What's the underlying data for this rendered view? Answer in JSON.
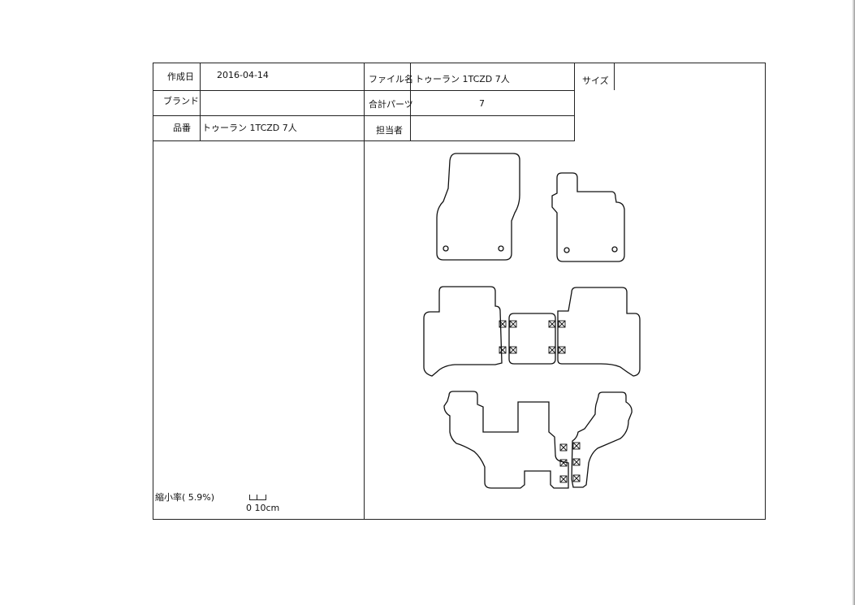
{
  "sheet": {
    "created_label": "作成日",
    "created_value": "2016-04-14",
    "file_label": "ファイル名",
    "file_value": "トゥーラン 1TCZD 7人",
    "size_label": "サイズ",
    "size_value": "",
    "brand_label": "ブランド",
    "brand_value": "",
    "parts_label": "合計パーツ",
    "parts_value": "7",
    "product_label": "品番",
    "product_value": "トゥーラン 1TCZD 7人",
    "staff_label": "担当者",
    "staff_value": ""
  },
  "scale": {
    "label": "縮小率( 5.9%)",
    "bar_text": "0 10cm"
  }
}
